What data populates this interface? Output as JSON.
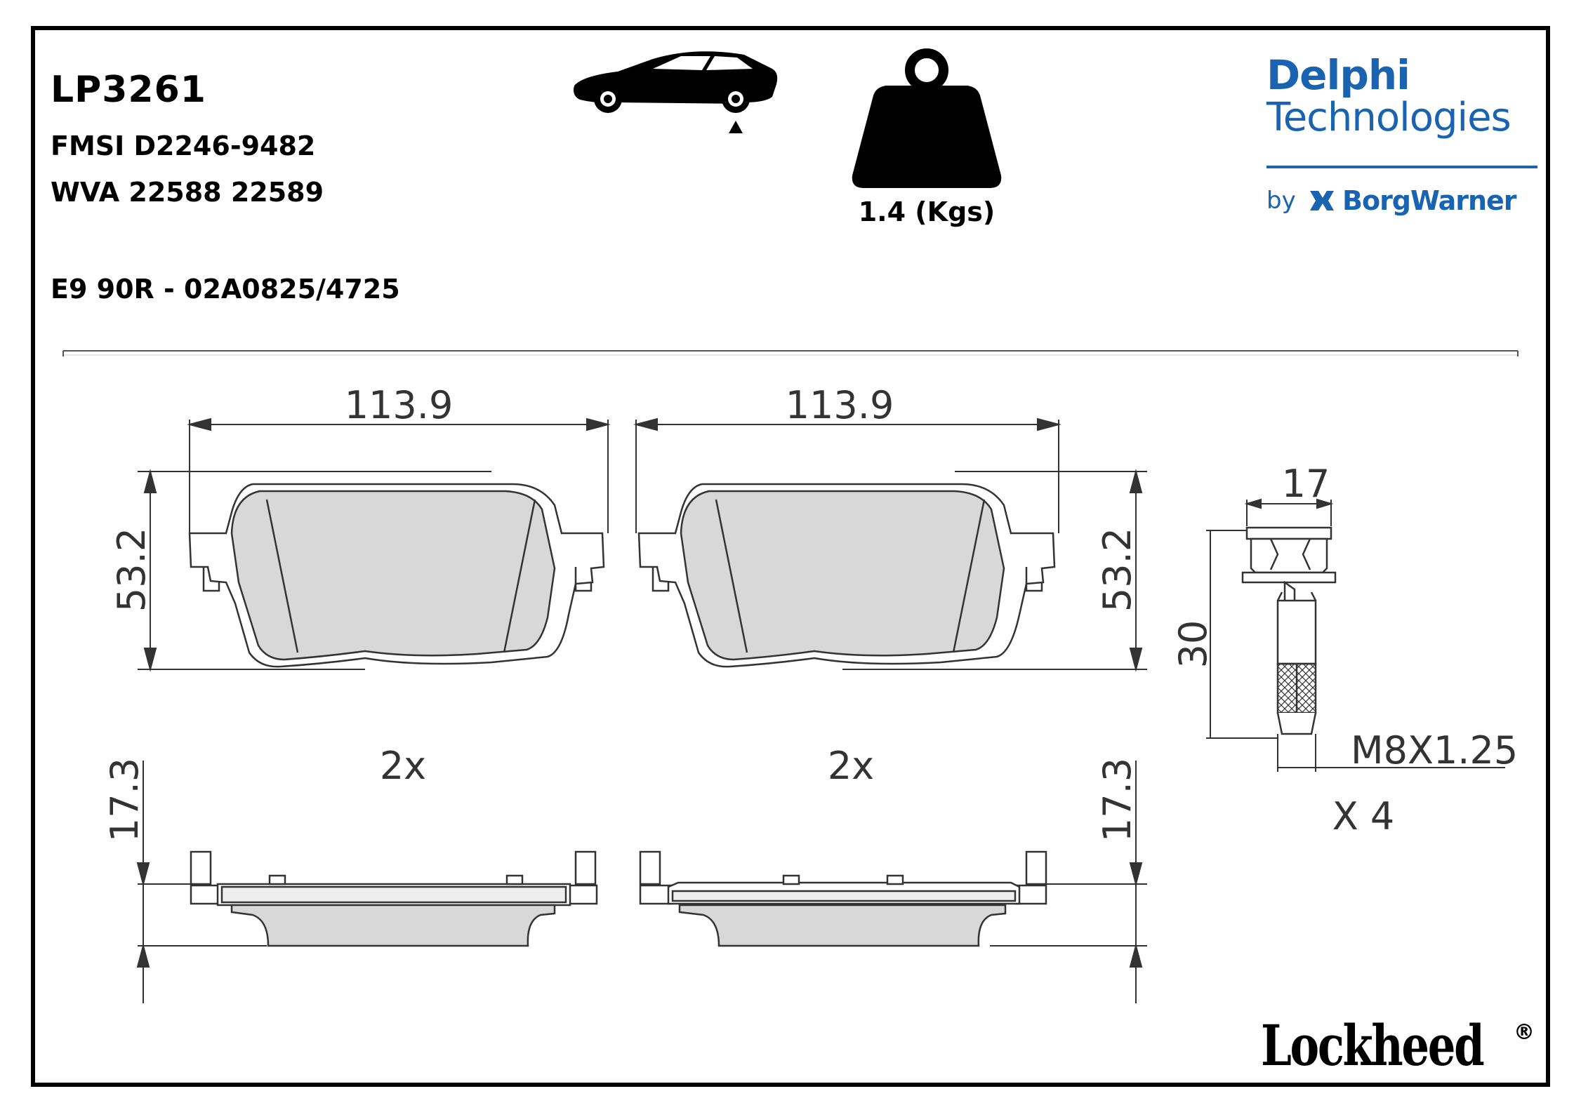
{
  "header": {
    "part_number": "LP3261",
    "fmsi": "FMSI D2246-9482",
    "wva": "WVA 22588 22589",
    "approval": "E9 90R - 02A0825/4725",
    "weight": "1.4 (Kgs)"
  },
  "icons": {
    "car": "car-rear-axle-icon",
    "weight": "weight-icon"
  },
  "brand": {
    "delphi": "Delphi",
    "technologies": "Technologies",
    "by": "by",
    "borgwarner": "BorgWarner",
    "lockheed": "Lockheed",
    "registered": "®",
    "color": "#1a63b0"
  },
  "dimensions": {
    "width": "113.9",
    "height": "53.2",
    "thickness": "17.3",
    "quantity_pads": "2x",
    "bolt_head": "17",
    "bolt_length": "30",
    "bolt_thread": "M8X1.25",
    "bolt_qty": "X 4"
  }
}
